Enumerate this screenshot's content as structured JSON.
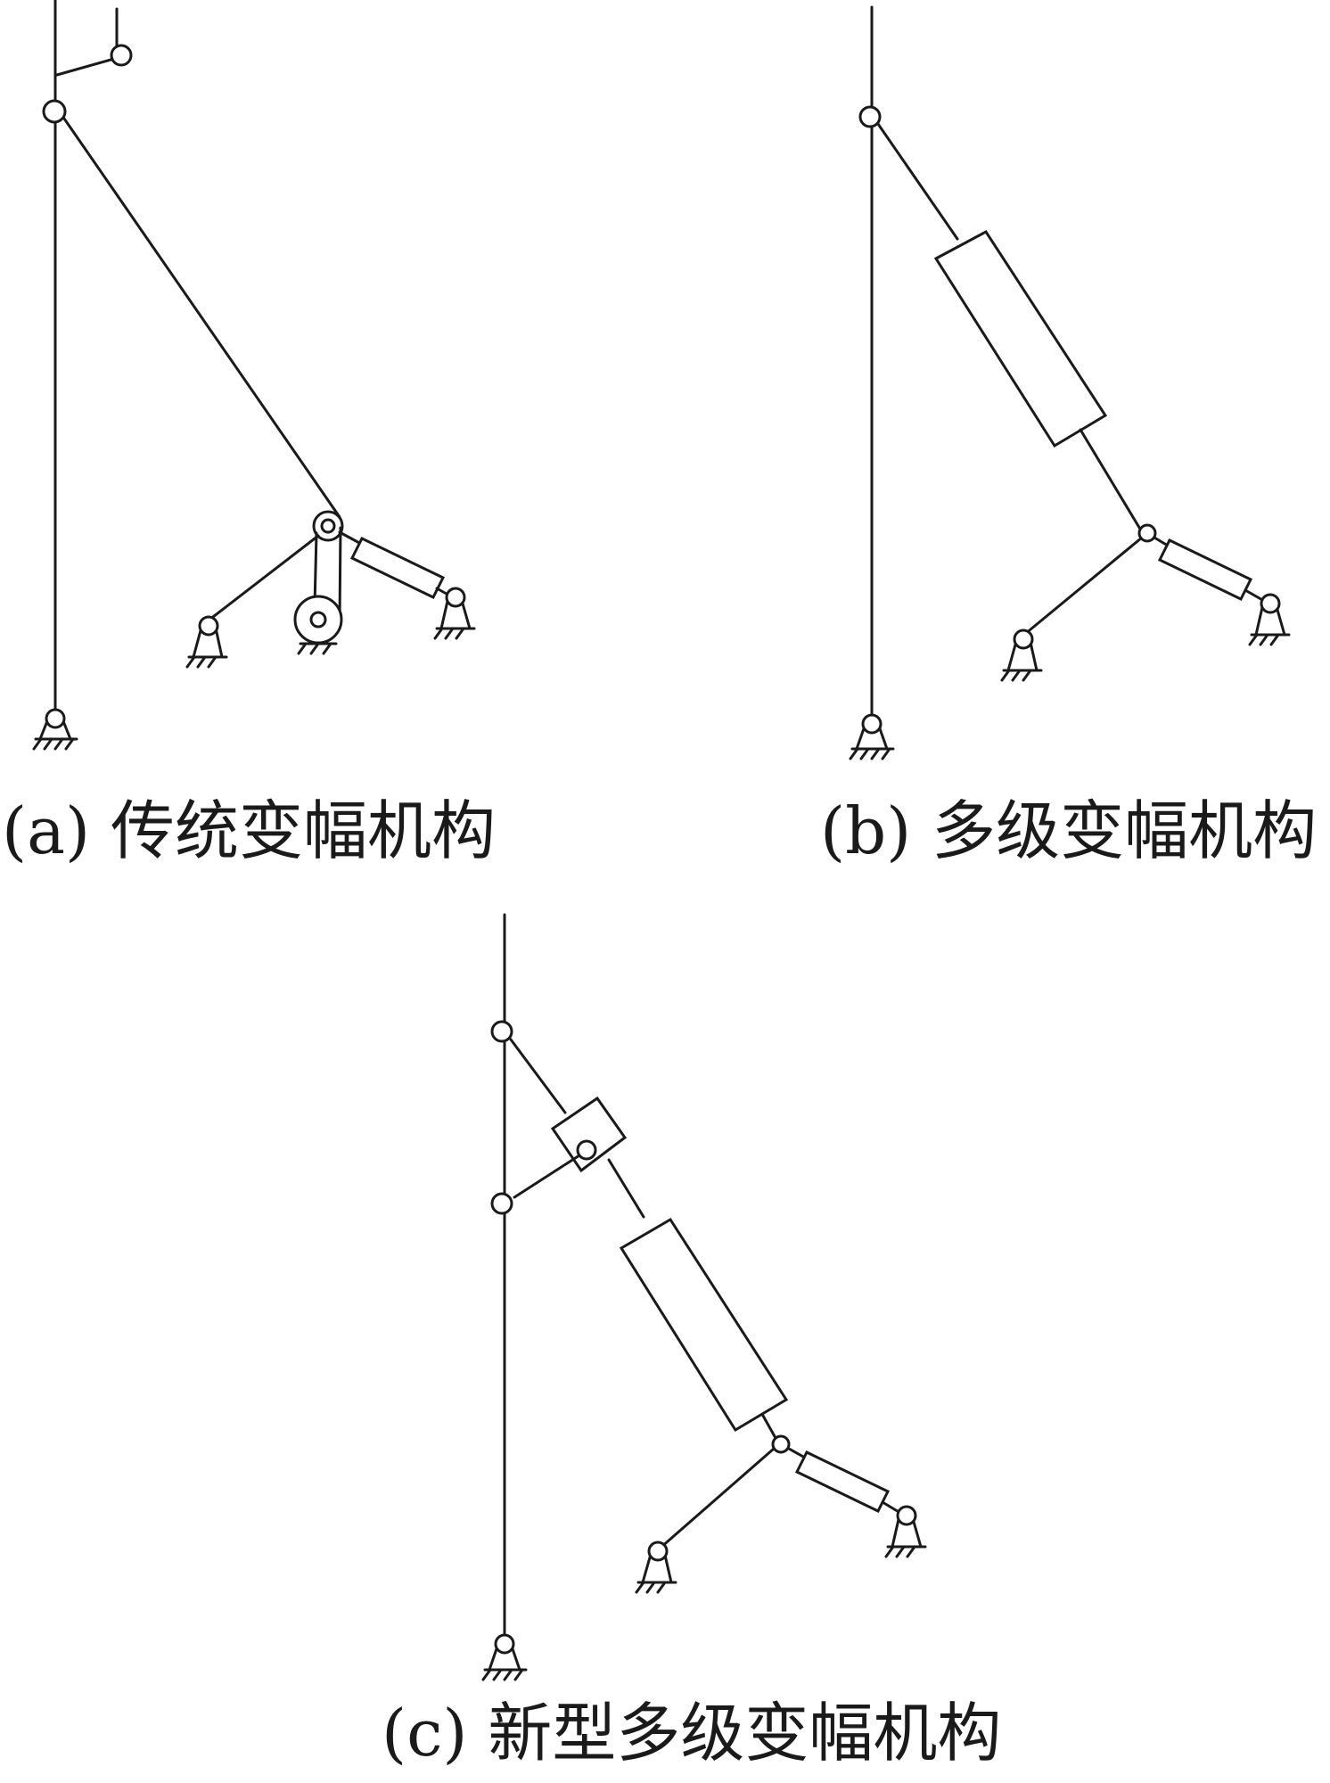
{
  "captions": {
    "a": "(a)  传统变幅机构",
    "b": "(b)  多级变幅机构",
    "c": "(c)  新型多级变幅机构"
  },
  "colors": {
    "line": "#1a1a1a",
    "background": "#ffffff"
  }
}
